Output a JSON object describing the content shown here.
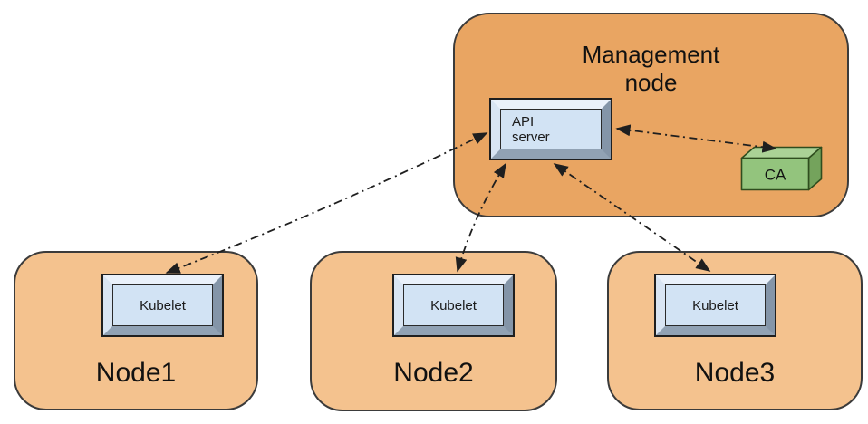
{
  "management_node": {
    "label": "Management node",
    "api_server_label": "API server",
    "ca_label": "CA"
  },
  "worker_nodes": [
    {
      "label": "Node1",
      "component_label": "Kubelet"
    },
    {
      "label": "Node2",
      "component_label": "Kubelet"
    },
    {
      "label": "Node3",
      "component_label": "Kubelet"
    }
  ],
  "connections": [
    {
      "from": "api-server",
      "to": "kubelet-node1",
      "style": "dash-dot",
      "bidirectional": true
    },
    {
      "from": "api-server",
      "to": "kubelet-node2",
      "style": "dash-dot",
      "bidirectional": true
    },
    {
      "from": "api-server",
      "to": "kubelet-node3",
      "style": "dash-dot",
      "bidirectional": true
    },
    {
      "from": "api-server",
      "to": "ca",
      "style": "dash-dot",
      "bidirectional": true
    }
  ],
  "colors": {
    "background": "#ffffff",
    "management_fill": "#e9a562",
    "node_fill": "#f4c28e",
    "component_face": "#d2e3f4",
    "ca_front": "#93c47d",
    "ca_top": "#abd296",
    "ca_side": "#74a35c",
    "arrow": "#1f1f1f"
  }
}
